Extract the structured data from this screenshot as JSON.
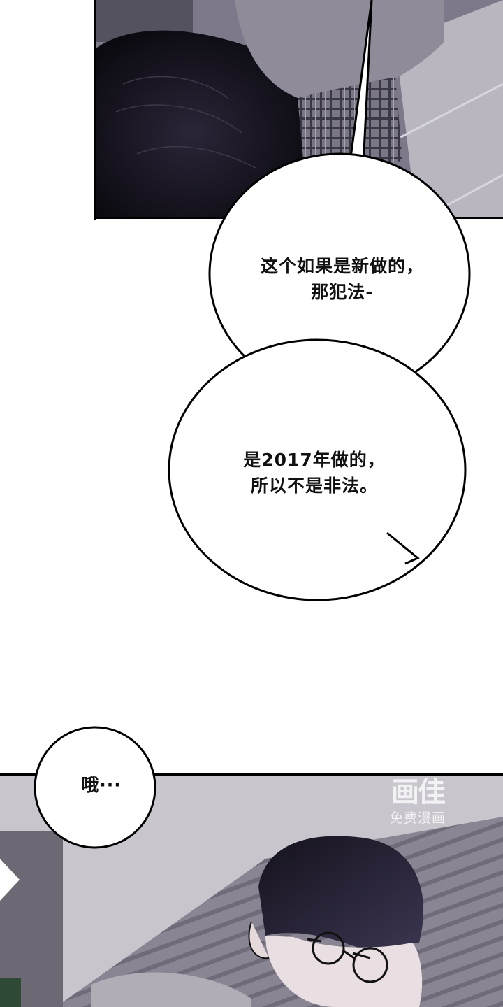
{
  "bubbles": {
    "bubble1": {
      "line1": "这个如果是新做的，",
      "line2": "那犯法-"
    },
    "bubble2": {
      "line1": "是2017年做的，",
      "line2": "所以不是非法。"
    },
    "bubble3": {
      "text": "哦···"
    }
  },
  "watermark": {
    "logo": "画佳",
    "subtitle": "免费漫画"
  }
}
